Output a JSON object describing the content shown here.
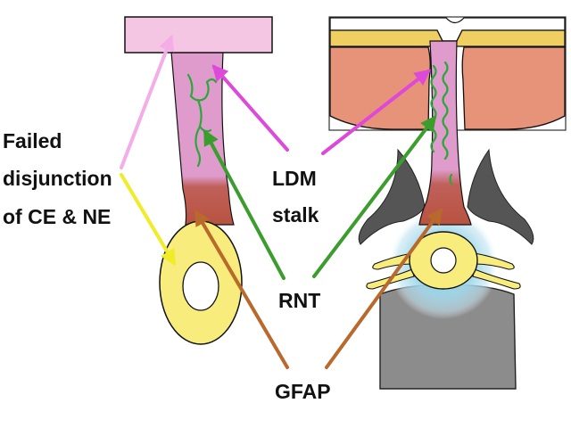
{
  "labels": {
    "failed_line1": "Failed",
    "failed_line2": "disjunction",
    "failed_line3": "of CE & NE",
    "ldm": "LDM",
    "stalk": "stalk",
    "rnt": "RNT",
    "gfap": "GFAP"
  },
  "colors": {
    "skin_pink": "#f5c6e3",
    "stalk_pink": "#de9bcb",
    "stalk_brown": "#bd5a47",
    "yellow": "#f7ec7c",
    "yellow_dark": "#e1c532",
    "muscle": "#e69379",
    "gray_tissue": "#555555",
    "gray_bone": "#8c8c8c",
    "halo_blue": "#9fd7ea",
    "arrow_light_pink": "#f3aee8",
    "arrow_yellow": "#f0ec28",
    "arrow_magenta": "#dd49d9",
    "arrow_green": "#3a9d2c",
    "arrow_brown": "#b9692b",
    "fiber_green": "#29a838"
  }
}
